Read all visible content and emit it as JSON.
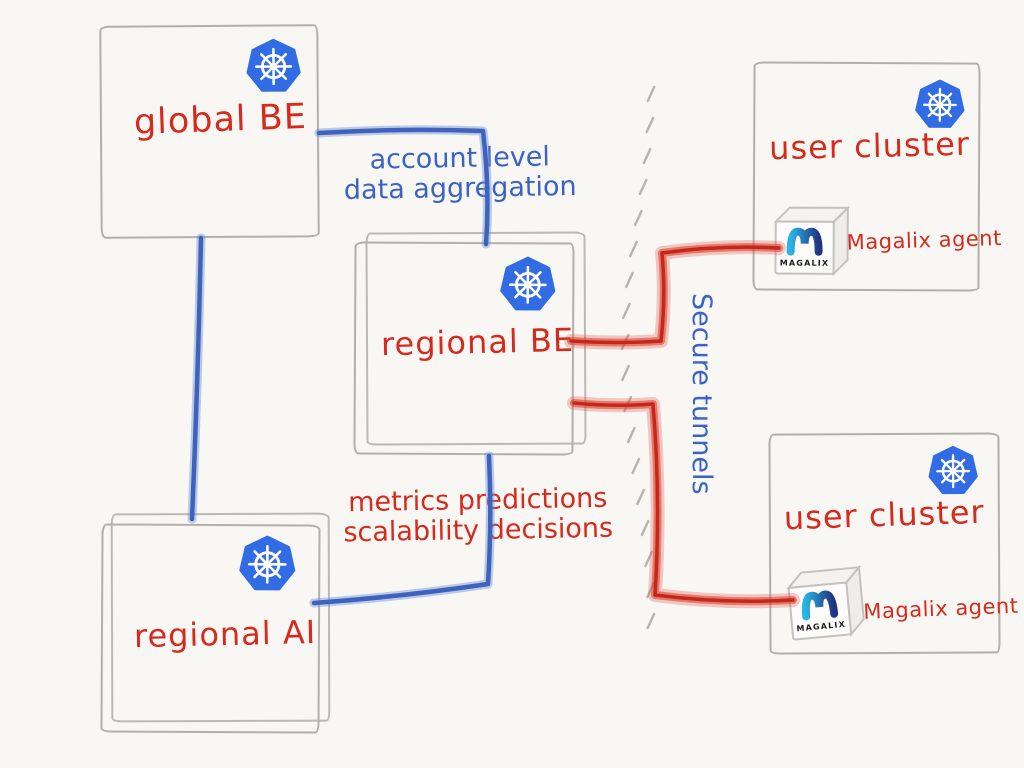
{
  "diagram": {
    "nodes": {
      "global_be": {
        "label": "global BE",
        "icon": "kubernetes-icon"
      },
      "regional_be": {
        "label": "regional BE",
        "icon": "kubernetes-icon"
      },
      "regional_ai": {
        "label": "regional AI",
        "icon": "kubernetes-icon"
      },
      "user_cluster_top": {
        "label": "user cluster",
        "icon": "kubernetes-icon",
        "agent": {
          "label": "Magalix agent",
          "brand": "MAGALIX",
          "icon": "magalix-agent-cube-icon"
        }
      },
      "user_cluster_bottom": {
        "label": "user cluster",
        "icon": "kubernetes-icon",
        "agent": {
          "label": "Magalix agent",
          "brand": "MAGALIX",
          "icon": "magalix-agent-cube-icon"
        }
      }
    },
    "edges": {
      "account_aggregation": {
        "from": "global BE",
        "to": "regional BE",
        "label_line1": "account level",
        "label_line2": "data aggregation",
        "color": "#3b63c4"
      },
      "global_to_regional_ai": {
        "from": "global BE",
        "to": "regional AI",
        "color": "#3e63be"
      },
      "metrics_decisions": {
        "from": "regional BE",
        "to": "regional AI",
        "label_line1": "metrics predictions",
        "label_line2": "scalability decisions",
        "label_color": "#d52b1e",
        "line_color": "#3e63be"
      },
      "secure_tunnel_top": {
        "from": "regional BE",
        "to": "user cluster (top)",
        "color": "#c62717"
      },
      "secure_tunnel_bottom": {
        "from": "regional BE",
        "to": "user cluster (bottom)",
        "color": "#c62717"
      },
      "secure_tunnels_label": {
        "label": "Secure tunnels",
        "color": "#3b63c4"
      }
    },
    "colors": {
      "red": "#d52b1e",
      "blue": "#3b63c4",
      "kubernetes_blue": "#326ce5",
      "sketch_grey": "#b3b0ab",
      "background": "#f8f7f4"
    }
  }
}
